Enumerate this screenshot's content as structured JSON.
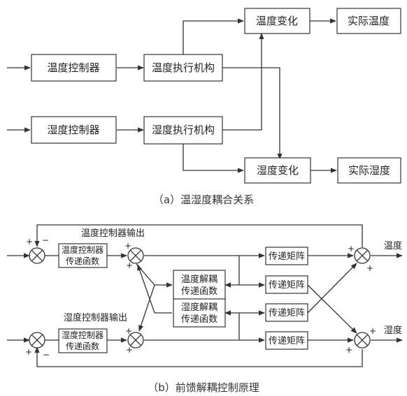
{
  "diagram_a": {
    "temp_controller": "温度控制器",
    "humid_controller": "湿度控制器",
    "temp_actuator": "温度执行机构",
    "humid_actuator": "湿度执行机构",
    "temp_change": "温度变化",
    "humid_change": "湿度变化",
    "actual_temp": "实际温度",
    "actual_humid": "实际湿度",
    "caption": "（a）温湿度耦合关系"
  },
  "diagram_b": {
    "temp_controller_output": "温度控制器输出",
    "humid_controller_output": "湿度控制器输出",
    "temp_ctrl_tf_line1": "温度控制器",
    "temp_ctrl_tf_line2": "传递函数",
    "humid_ctrl_tf_line1": "湿度控制器",
    "humid_ctrl_tf_line2": "传递函数",
    "temp_decouple_line1": "温度解耦",
    "temp_decouple_line2": "传递函数",
    "humid_decouple_line1": "湿度解耦",
    "humid_decouple_line2": "传递函数",
    "transfer_matrix_1": "传递矩阵",
    "transfer_matrix_2": "传递矩阵",
    "transfer_matrix_3": "传递矩阵",
    "transfer_matrix_4": "传递矩阵",
    "output_temp": "温度",
    "output_humid": "湿度",
    "sign_plus": "+",
    "sign_minus": "−",
    "caption": "（b）前馈解耦控制原理"
  }
}
